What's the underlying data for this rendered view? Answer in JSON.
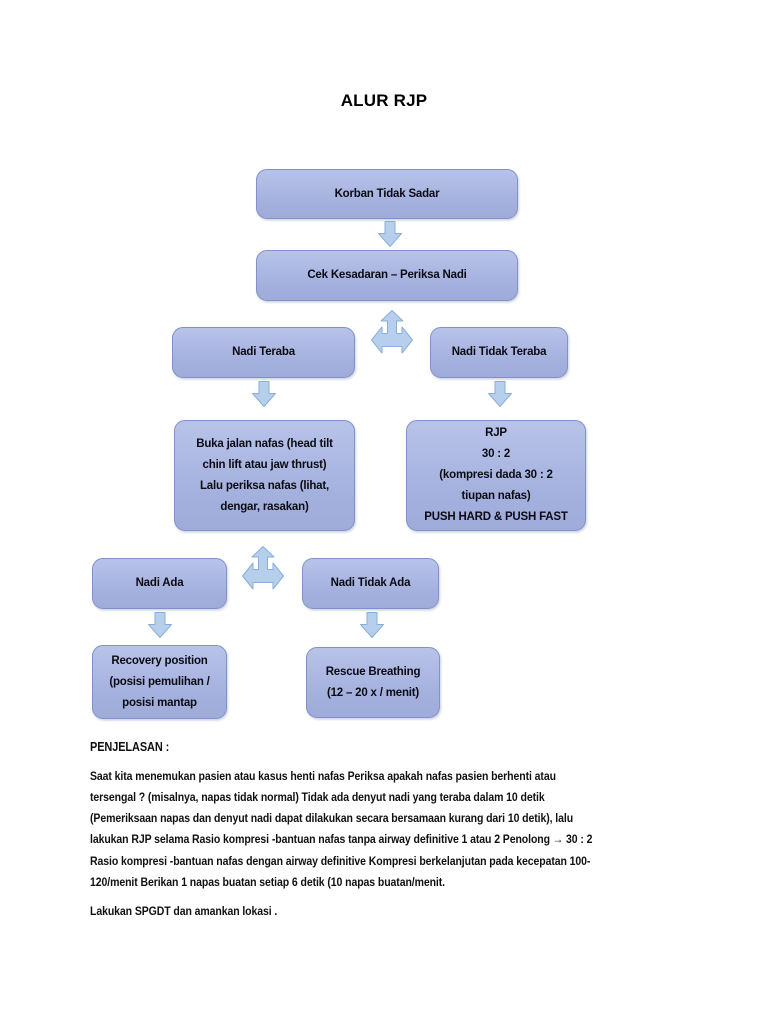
{
  "document": {
    "title": "ALUR RJP"
  },
  "flowchart": {
    "boxes": [
      {
        "id": "korban-tidak-sadar",
        "label": "Korban Tidak Sadar"
      },
      {
        "id": "cek-kesadaran-periksa-nadi",
        "label": "Cek Kesadaran – Periksa Nadi"
      },
      {
        "id": "nadi-teraba",
        "label": "Nadi Teraba"
      },
      {
        "id": "nadi-tidak-teraba",
        "label": "Nadi Tidak Teraba"
      },
      {
        "id": "buka-jalan-nafas",
        "label": "Buka jalan nafas (head tilt\nchin lift atau jaw thrust)\nLalu periksa nafas (lihat,\ndengar, rasakan)"
      },
      {
        "id": "rjp-30-2",
        "label": "RJP\n30 : 2\n(kompresi dada 30 : 2\ntiupan nafas)\nPUSH HARD & PUSH FAST"
      },
      {
        "id": "nadi-ada",
        "label": "Nadi Ada"
      },
      {
        "id": "nadi-tidak-ada",
        "label": "Nadi Tidak Ada"
      },
      {
        "id": "recovery-position",
        "label": "Recovery position\n(posisi pemulihan /\nposisi mantap"
      },
      {
        "id": "rescue-breathing",
        "label": "Rescue Breathing\n(12 – 20 x / menit)"
      }
    ]
  },
  "explanation": {
    "heading": "PENJELASAN :",
    "paragraphs": [
      "Saat kita menemukan pasien atau kasus henti nafas Periksa apakah nafas pasien berhenti atau\ntersengal ? (misalnya, napas tidak normal) Tidak ada denyut nadi yang teraba dalam 10 detik\n(Pemeriksaan napas dan denyut nadi dapat dilakukan secara bersamaan kurang dari 10 detik), lalu\nlakukan RJP selama Rasio kompresi -bantuan nafas tanpa airway definitive 1 atau 2 Penolong → 30 : 2",
      "Rasio kompresi -bantuan nafas dengan airway definitive Kompresi berkelanjutan pada kecepatan 100-\n120/menit Berikan 1 napas buatan setiap 6 detik (10 napas buatan/menit.",
      "Lakukan SPGDT dan amankan lokasi ."
    ]
  },
  "colors": {
    "box_fill_top": "#b8c3e9",
    "box_fill_bottom": "#a3b0dd",
    "box_border": "#8191c9",
    "arrow_fill": "#b5cfec",
    "arrow_border": "#88aed9",
    "text": "#111111"
  }
}
